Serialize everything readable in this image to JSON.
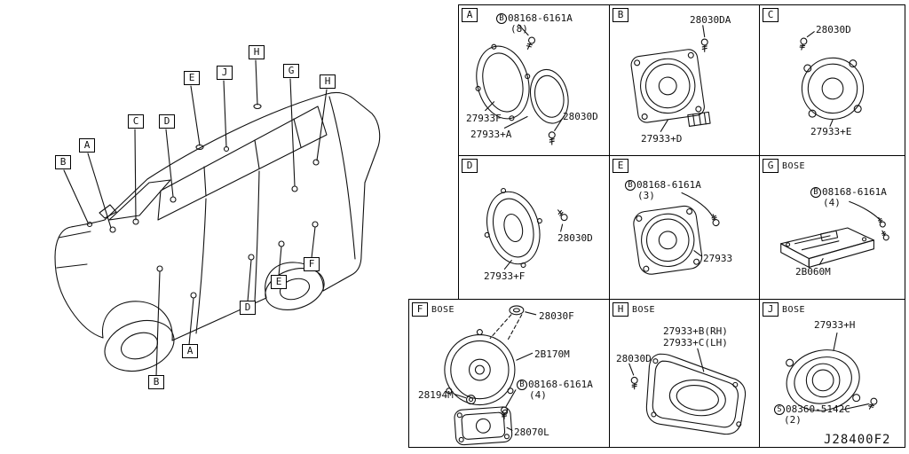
{
  "doc": {
    "code": "J28400F2"
  },
  "callouts": {
    "e1": "E",
    "j1": "J",
    "h1": "H",
    "g1": "G",
    "h2": "H",
    "c1": "C",
    "d1": "D",
    "a1": "A",
    "b1": "B",
    "a2": "A",
    "b2": "B",
    "d2": "D",
    "e2": "E",
    "f2": "F"
  },
  "cells": {
    "a": {
      "letter": "A",
      "bolt_prefix": "B",
      "bolt": "08168-6161A",
      "bolt_qty": "(8)",
      "frame": "27933F",
      "speaker": "27933+A",
      "screw": "28030D"
    },
    "b": {
      "letter": "B",
      "screw": "28030DA",
      "speaker": "27933+D"
    },
    "c": {
      "letter": "C",
      "screw": "28030D",
      "speaker": "27933+E"
    },
    "d": {
      "letter": "D",
      "screw": "28030D",
      "speaker": "27933+F"
    },
    "e": {
      "letter": "E",
      "bolt_prefix": "B",
      "bolt": "08168-6161A",
      "bolt_qty": "(3)",
      "speaker": "27933"
    },
    "g": {
      "letter": "G",
      "bose": "BOSE",
      "bolt_prefix": "B",
      "bolt": "08168-6161A",
      "bolt_qty": "(4)",
      "amp": "2B060M"
    },
    "f": {
      "letter": "F",
      "bose": "BOSE",
      "grommet": "28030F",
      "woofer": "2B170M",
      "washer": "28194M",
      "bolt_prefix": "B",
      "bolt": "08168-6161A",
      "bolt_qty": "(4)",
      "bracket": "28070L"
    },
    "h": {
      "letter": "H",
      "bose": "BOSE",
      "speaker_rh": "27933+B(RH)",
      "speaker_lh": "27933+C(LH)",
      "screw": "28030D"
    },
    "j": {
      "letter": "J",
      "bose": "BOSE",
      "speaker": "27933+H",
      "screw_prefix": "S",
      "screw": "08360-5142C",
      "screw_qty": "(2)"
    }
  }
}
